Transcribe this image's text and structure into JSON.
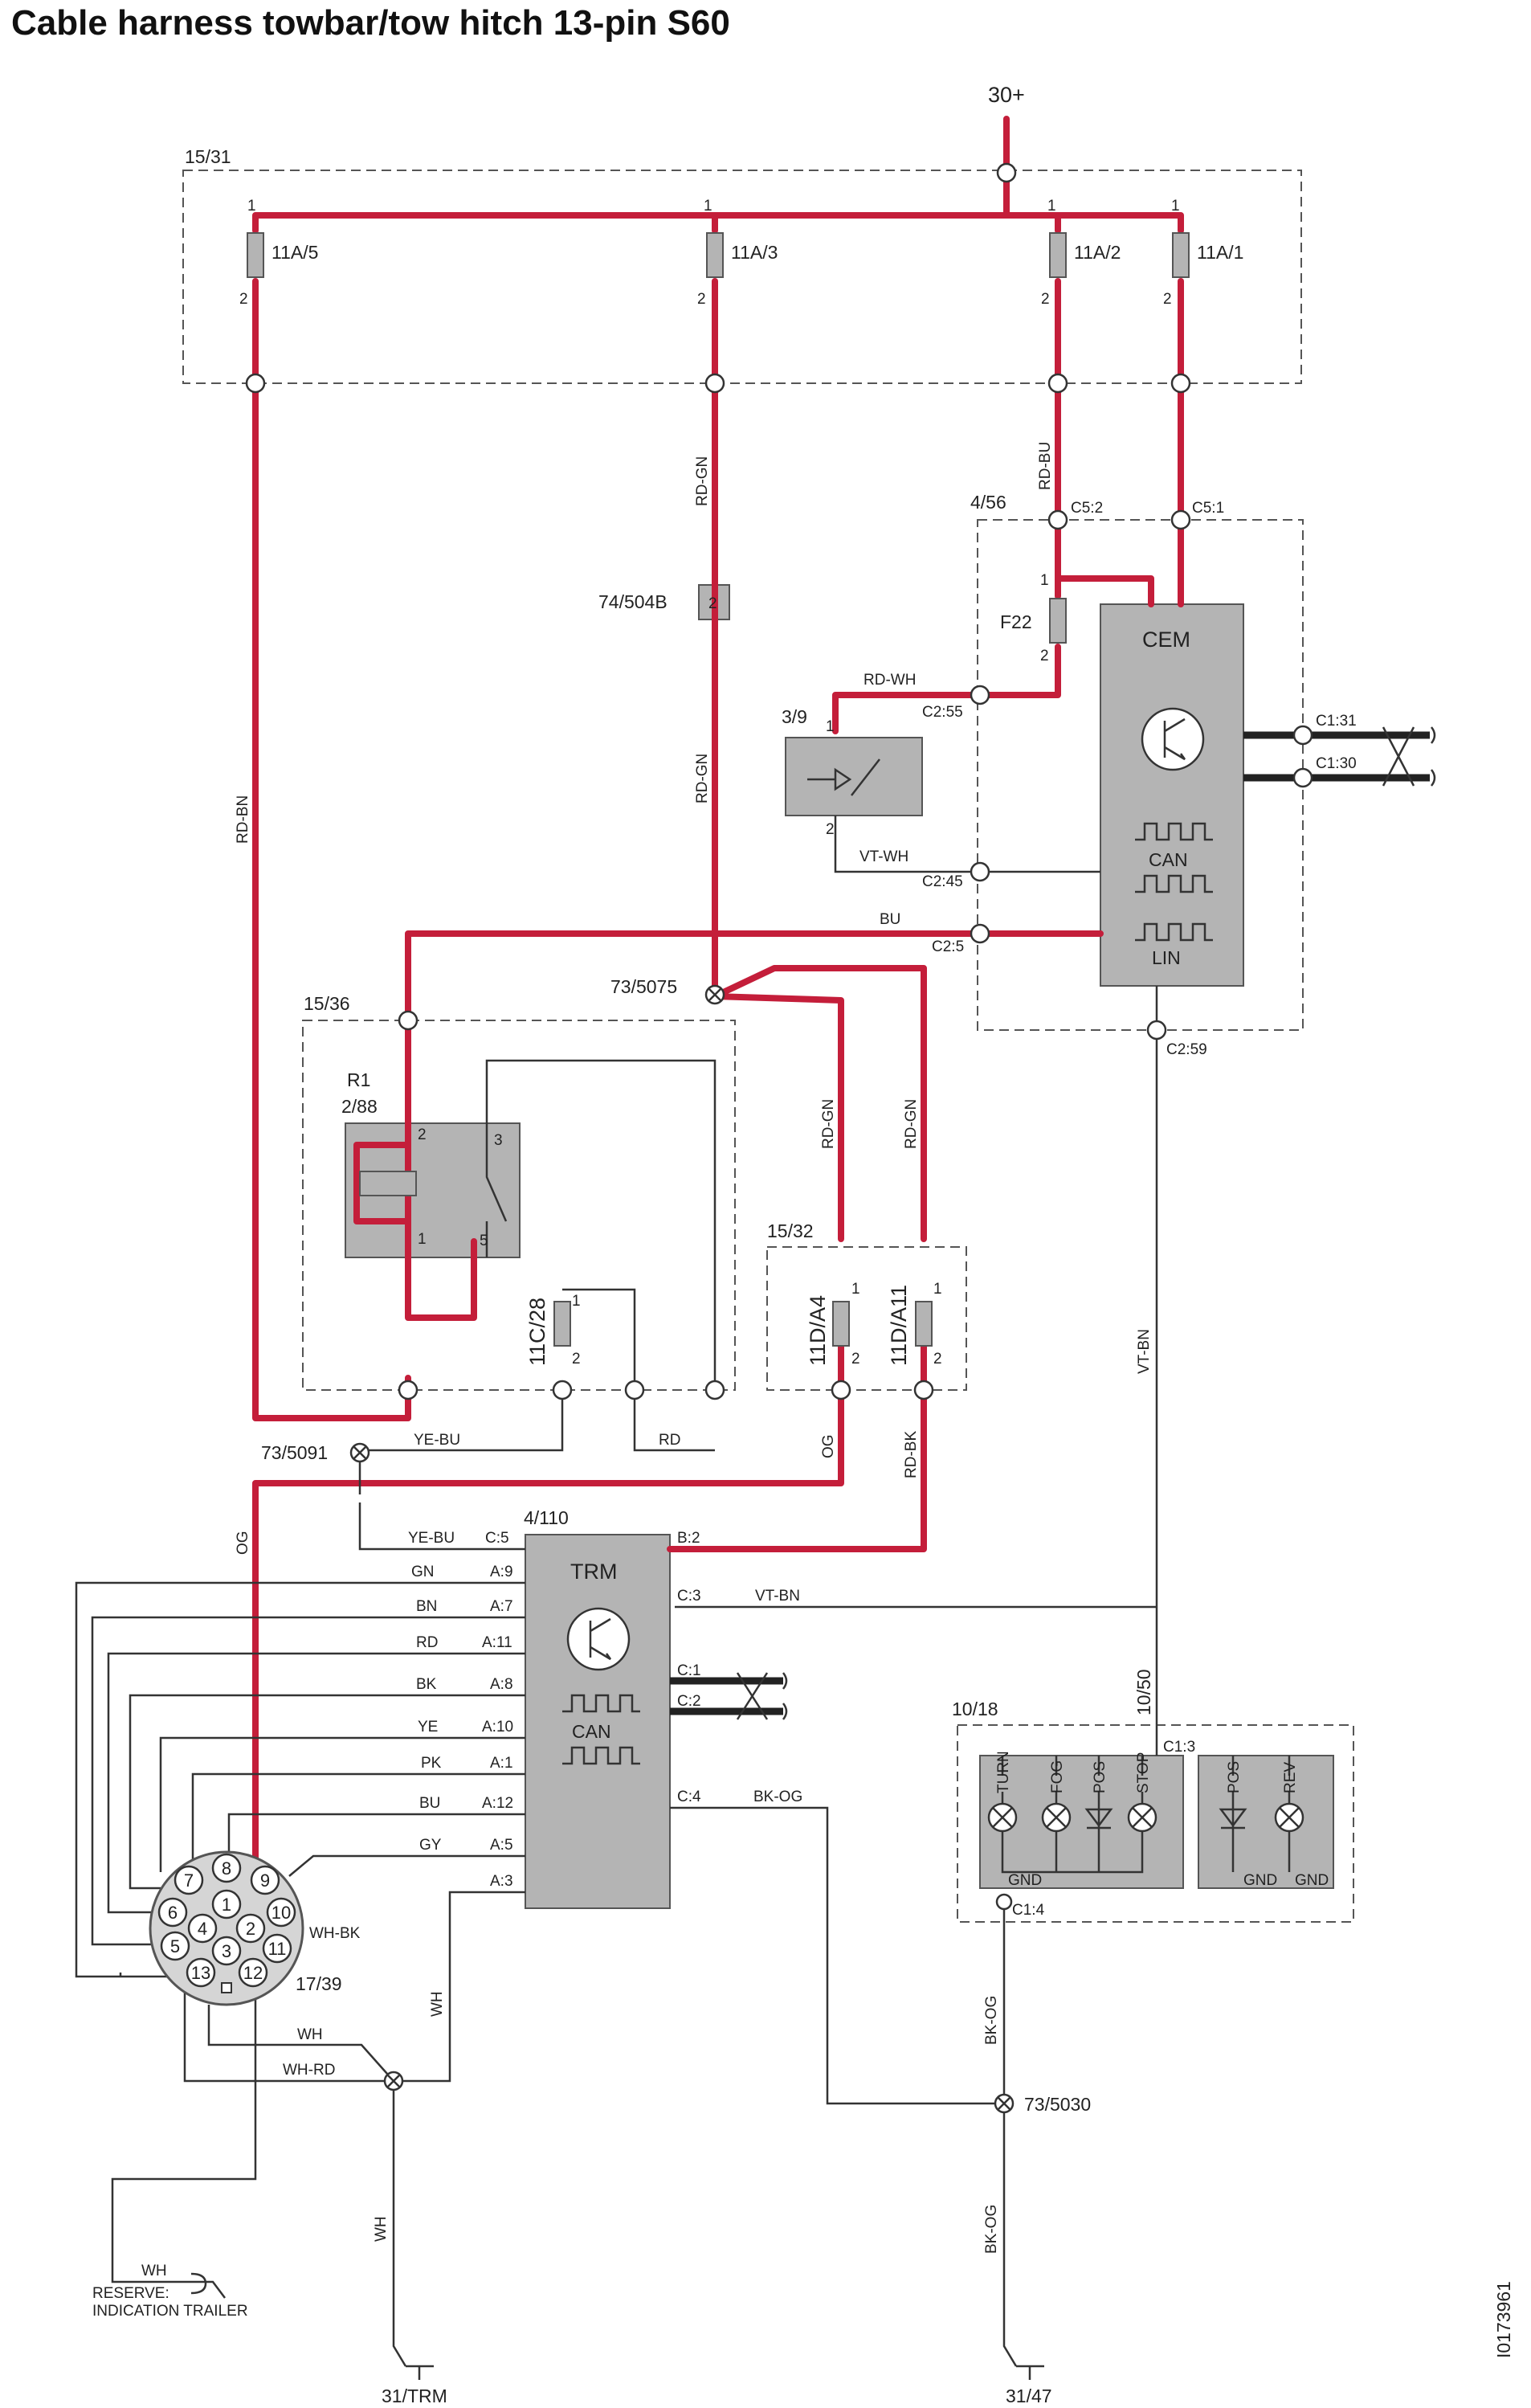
{
  "title": "Cable harness towbar/tow hitch 13-pin S60",
  "document_id": "I0173961",
  "colors": {
    "power_wire": "#c41e3a",
    "signal_wire": "#333333",
    "module_fill": "#b4b4b4",
    "boundary": "#555555"
  },
  "supply": {
    "label": "30+"
  },
  "components": {
    "fusebox_main": {
      "label": "15/31",
      "fuses": [
        "11A/5",
        "11A/3",
        "11A/2",
        "11A/1"
      ],
      "pin_top": "1",
      "pin_bottom": "2"
    },
    "cem_box": {
      "label": "4/56",
      "module": "CEM",
      "fuse": "F22",
      "fuse_pin_top": "1",
      "fuse_pin_bottom": "2",
      "can": "CAN",
      "lin": "LIN"
    },
    "connector_74": {
      "label": "74/504B",
      "pin": "2"
    },
    "switch_39": {
      "label": "3/9",
      "pin_top": "1",
      "pin_bottom": "2"
    },
    "relay_box": {
      "label": "15/36",
      "relay_name": "R1",
      "relay_id": "2/88",
      "pins": [
        "2",
        "3",
        "1",
        "5"
      ],
      "fuse": "11C/28",
      "fuse_pin_top": "1",
      "fuse_pin_bottom": "2"
    },
    "fusebox_32": {
      "label": "15/32",
      "fuses": [
        "11D/A4",
        "11D/A11"
      ],
      "pin_top": "1",
      "pin_bottom": "2"
    },
    "trm": {
      "label": "4/110",
      "module": "TRM",
      "can": "CAN"
    },
    "trailer_lights": {
      "label": "10/18",
      "connector": "10/50",
      "lamps": [
        "TURN",
        "FOG",
        "POS",
        "STOP"
      ],
      "lamps2": [
        "POS",
        "REV"
      ],
      "gnd": "GND"
    },
    "socket": {
      "label": "17/39",
      "pins": [
        "7",
        "8",
        "9",
        "6",
        "1",
        "10",
        "4",
        "2",
        "5",
        "3",
        "11",
        "13",
        "12"
      ]
    },
    "splices": [
      "73/5075",
      "73/5091",
      "73/5030"
    ],
    "grounds": [
      "31/TRM",
      "31/47"
    ],
    "reserve_note": [
      "RESERVE:",
      "INDICATION TRAILER"
    ]
  },
  "connectors": {
    "cem_c5_2": "C5:2",
    "cem_c5_1": "C5:1",
    "cem_c2_55": "C2:55",
    "cem_c2_45": "C2:45",
    "cem_c2_5": "C2:5",
    "cem_c2_59": "C2:59",
    "cem_c1_31": "C1:31",
    "cem_c1_30": "C1:30",
    "trm_c5": "C:5",
    "trm_a9": "A:9",
    "trm_a7": "A:7",
    "trm_a11": "A:11",
    "trm_a8": "A:8",
    "trm_a10": "A:10",
    "trm_a1": "A:1",
    "trm_a12": "A:12",
    "trm_a5": "A:5",
    "trm_a3": "A:3",
    "trm_b2": "B:2",
    "trm_c3": "C:3",
    "trm_c1": "C:1",
    "trm_c2": "C:2",
    "trm_c4": "C:4",
    "lights_c1_3": "C1:3",
    "lights_c1_4": "C1:4"
  },
  "wires": {
    "rd_bn": "RD-BN",
    "rd_gn": "RD-GN",
    "rd_bu": "RD-BU",
    "rd_wh": "RD-WH",
    "vt_wh": "VT-WH",
    "bu": "BU",
    "vt_bn": "VT-BN",
    "ye_bu": "YE-BU",
    "rd": "RD",
    "og": "OG",
    "rd_bk": "RD-BK",
    "gn": "GN",
    "bn": "BN",
    "bk": "BK",
    "ye": "YE",
    "pk": "PK",
    "gy": "GY",
    "bk_og": "BK-OG",
    "wh_bk": "WH-BK",
    "wh": "WH",
    "wh_rd": "WH-RD"
  }
}
